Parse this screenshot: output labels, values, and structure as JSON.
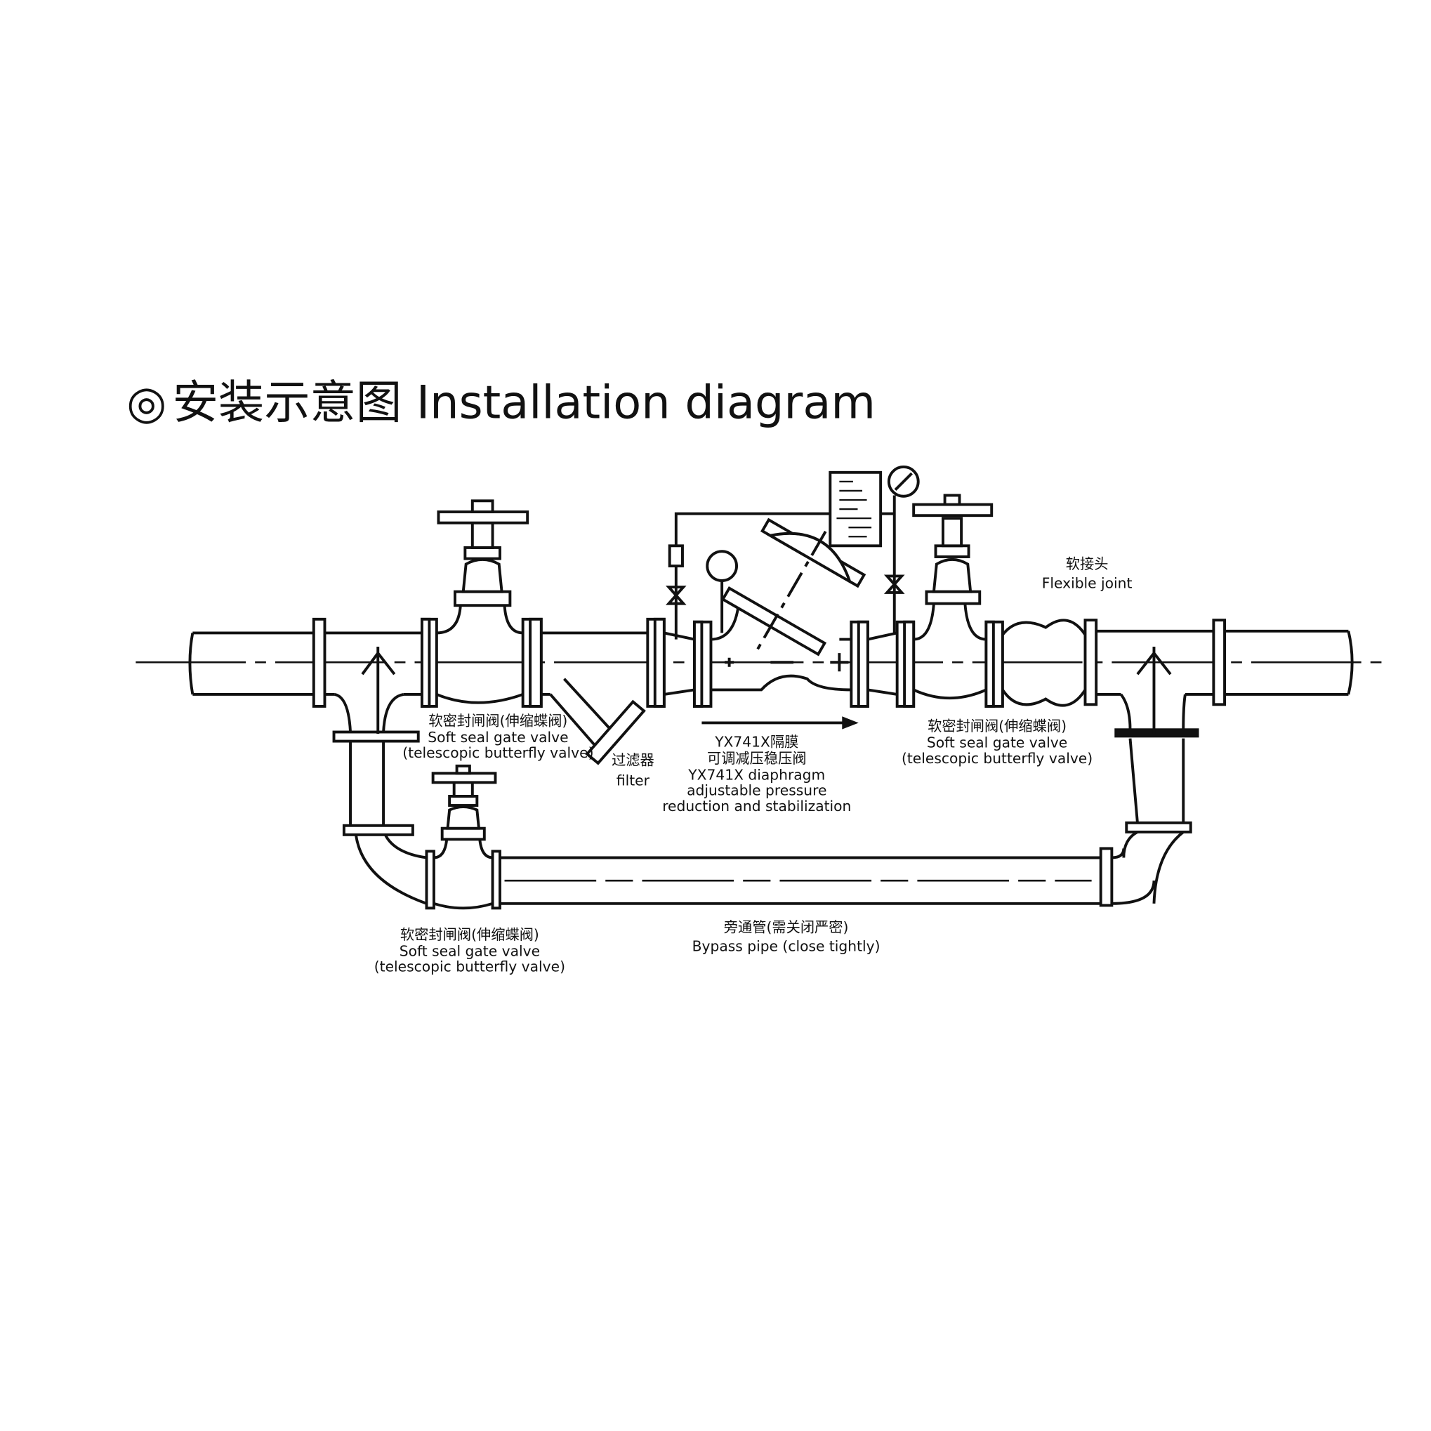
{
  "title": {
    "symbol": "◎",
    "text": "安装示意图 Installation diagram"
  },
  "labels": {
    "gate_valve_left": {
      "zh": "软密封闸阀(伸缩蝶阀)",
      "en1": "Soft seal gate valve",
      "en2": "(telescopic butterfly valve)"
    },
    "filter": {
      "zh": "过滤器",
      "en": "filter"
    },
    "main_valve": {
      "zh1": "YX741X隔膜",
      "zh2": "可调减压稳压阀",
      "en1": "YX741X diaphragm",
      "en2": "adjustable pressure",
      "en3": "reduction and stabilization"
    },
    "gate_valve_right": {
      "zh": "软密封闸阀(伸缩蝶阀)",
      "en1": "Soft seal gate valve",
      "en2": "(telescopic butterfly valve)"
    },
    "flexible_joint": {
      "zh": "软接头",
      "en": "Flexible joint"
    },
    "gate_valve_bypass": {
      "zh": "软密封闸阀(伸缩蝶阀)",
      "en1": "Soft seal gate valve",
      "en2": "(telescopic butterfly valve)"
    },
    "bypass_pipe": {
      "zh": "旁通管(需关闭严密)",
      "en": "Bypass pipe (close tightly)"
    }
  }
}
